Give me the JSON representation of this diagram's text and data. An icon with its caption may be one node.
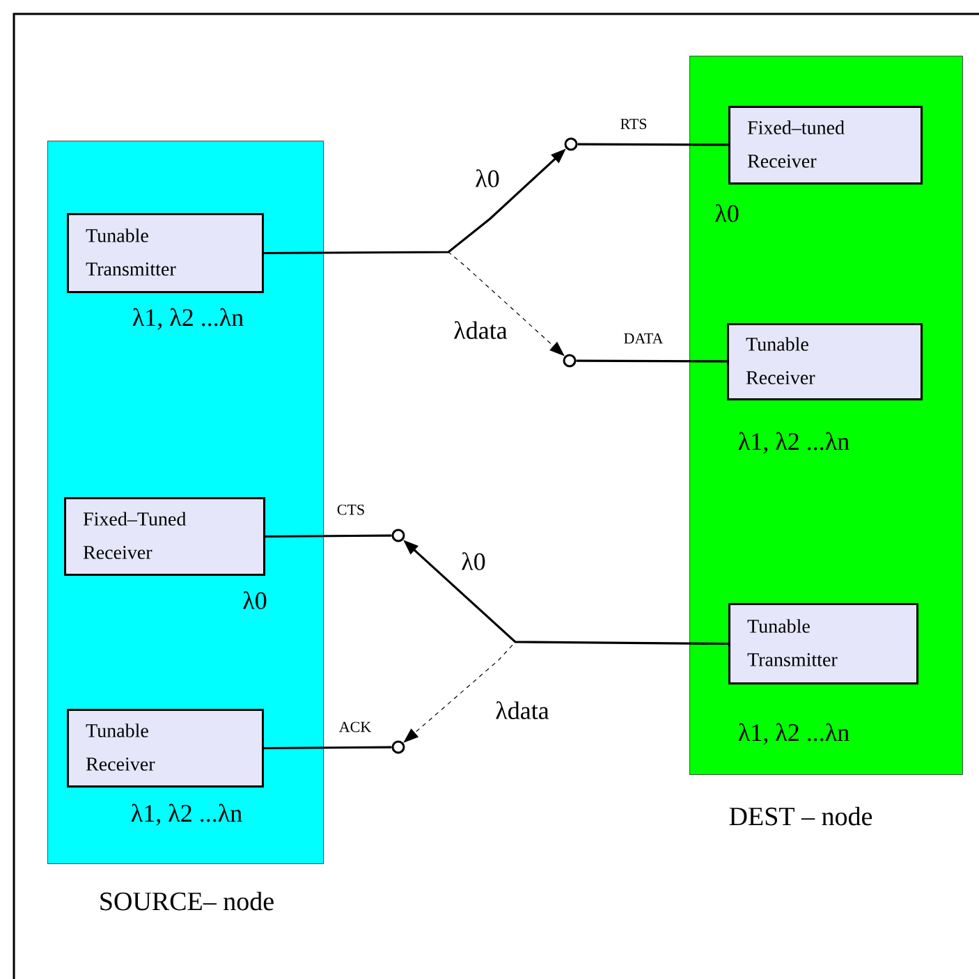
{
  "diagram": {
    "nodes": [
      {
        "text": [
          "SOURCE– node"
        ]
      },
      {
        "text": [
          "Tunable Transmitter"
        ],
        "in": 0,
        "beside": [
          "λ1, λ2 ...λn"
        ]
      },
      {
        "text": [
          "Fixed–Tuned Receiver"
        ],
        "in": 0,
        "beside": [
          "λ0"
        ]
      },
      {
        "text": [
          "Tunable Receiver"
        ],
        "in": 0,
        "beside": [
          "λ1, λ2 ...λn"
        ]
      },
      {
        "text": [
          "DEST – node"
        ]
      },
      {
        "text": [
          "Fixed–tuned Receiver"
        ],
        "in": 4,
        "beside": [
          "λ0"
        ]
      },
      {
        "text": [
          "Tunable Receiver"
        ],
        "in": 4,
        "beside": [
          "λ1, λ2 ...λn"
        ]
      },
      {
        "text": [
          "Tunable Transmitter"
        ],
        "in": 4,
        "beside": [
          "λ1, λ2 ...λn"
        ]
      },
      {
        "text": [],
        "shape": "circle"
      },
      {
        "text": [],
        "shape": "circle"
      },
      {
        "text": [],
        "shape": "circle"
      },
      {
        "text": [],
        "shape": "circle"
      }
    ],
    "edges": [
      {
        "from": 1,
        "to": 8,
        "arrow": "to",
        "label": "λ0"
      },
      {
        "from": 1,
        "to": 9,
        "arrow": "to",
        "label": "λdata",
        "style": "dashed"
      },
      {
        "from": 8,
        "to": 5,
        "arrow": "none",
        "label": "RTS"
      },
      {
        "from": 9,
        "to": 6,
        "arrow": "none",
        "label": "DATA"
      },
      {
        "from": 7,
        "to": 10,
        "arrow": "to",
        "label": "λ0"
      },
      {
        "from": 7,
        "to": 11,
        "arrow": "to",
        "label": "λdata",
        "style": "dashed"
      },
      {
        "from": 2,
        "to": 10,
        "arrow": "none",
        "label": "CTS"
      },
      {
        "from": 3,
        "to": 11,
        "arrow": "none",
        "label": "ACK"
      }
    ]
  }
}
